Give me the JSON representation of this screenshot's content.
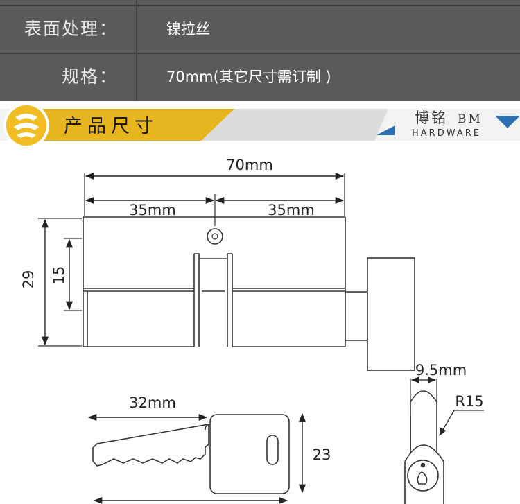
{
  "specs": [
    {
      "label": "表面处理：",
      "value": "镍拉丝"
    },
    {
      "label": "规格：",
      "value": "70mm(其它尺寸需订制 )"
    }
  ],
  "section": {
    "title": "产品尺寸",
    "brand_cn": "博铭",
    "brand_en": "BM",
    "brand_sub": "HARDWARE"
  },
  "colors": {
    "table_bg": "#5a5a5a",
    "band_gold": "#e7b51e",
    "band_gray": "#dcdcdc",
    "brand_text": "#333333"
  },
  "drawing": {
    "overall_length": "70mm",
    "half_left": "35mm",
    "half_right": "35mm",
    "height_total": "29",
    "height_inner": "15",
    "knob_width": "9.5mm",
    "radius": "R15",
    "key_length": "32mm",
    "key_width": "23"
  }
}
